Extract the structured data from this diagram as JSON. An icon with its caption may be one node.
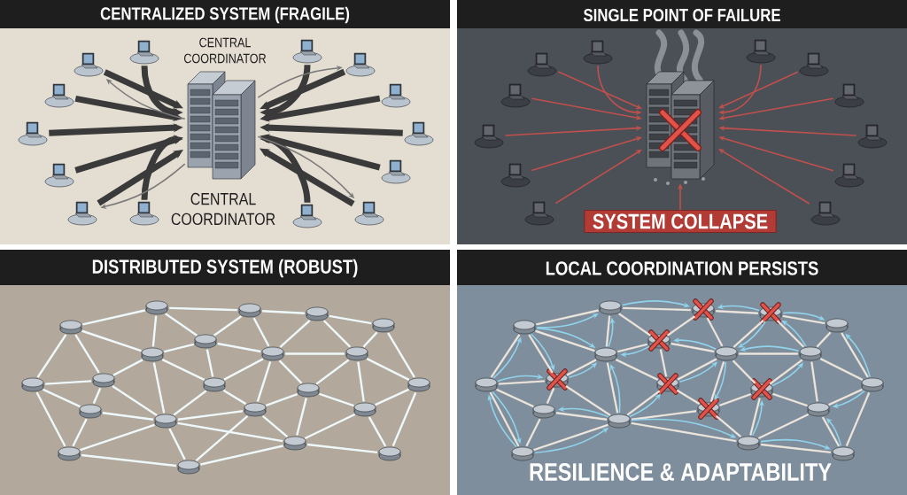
{
  "diagram": {
    "nodes": [
      {
        "text": [
          "CENTRALIZED SYSTEM (FRAGILE)"
        ]
      },
      {
        "text": [],
        "shape": "picture",
        "in": 0,
        "beside": [
          "CENTRAL COORDINATOR",
          "CENTRAL COORDINATOR"
        ]
      },
      {
        "text": [],
        "shape": "picture",
        "in": 0
      },
      {
        "text": [],
        "shape": "picture",
        "in": 0
      },
      {
        "text": [],
        "shape": "picture",
        "in": 0
      },
      {
        "text": [],
        "shape": "picture",
        "in": 0
      },
      {
        "text": [],
        "shape": "picture",
        "in": 0
      },
      {
        "text": [],
        "shape": "picture",
        "in": 0
      },
      {
        "text": [],
        "shape": "picture",
        "in": 0
      },
      {
        "text": [],
        "shape": "picture",
        "in": 0
      },
      {
        "text": [],
        "shape": "picture",
        "in": 0
      },
      {
        "text": [],
        "shape": "picture",
        "in": 0
      },
      {
        "text": [],
        "shape": "picture",
        "in": 0
      },
      {
        "text": [],
        "shape": "picture",
        "in": 0
      },
      {
        "text": [],
        "shape": "picture",
        "in": 0
      },
      {
        "text": [],
        "shape": "picture",
        "in": 0
      },
      {
        "text": [
          "SINGLE POINT OF FAILURE"
        ]
      },
      {
        "text": [],
        "shape": "picture",
        "in": 16
      },
      {
        "text": [],
        "shape": "picture",
        "in": 16
      },
      {
        "text": [],
        "shape": "picture",
        "in": 16
      },
      {
        "text": [],
        "shape": "picture",
        "in": 16
      },
      {
        "text": [],
        "shape": "picture",
        "in": 16
      },
      {
        "text": [],
        "shape": "picture",
        "in": 16
      },
      {
        "text": [],
        "shape": "picture",
        "in": 16
      },
      {
        "text": [],
        "shape": "picture",
        "in": 16
      },
      {
        "text": [],
        "shape": "picture",
        "in": 16
      },
      {
        "text": [],
        "shape": "picture",
        "in": 16
      },
      {
        "text": [],
        "shape": "picture",
        "in": 16
      },
      {
        "text": [],
        "shape": "picture",
        "in": 16
      },
      {
        "text": [],
        "shape": "picture",
        "in": 16
      },
      {
        "text": [
          "SYSTEM COLLAPSE"
        ],
        "in": 16
      },
      {
        "text": [
          "DISTRIBUTED SYSTEM (ROBUST)"
        ]
      },
      {
        "text": [],
        "shape": "cylinder",
        "in": 31
      },
      {
        "text": [],
        "shape": "cylinder",
        "in": 31
      },
      {
        "text": [],
        "shape": "cylinder",
        "in": 31
      },
      {
        "text": [],
        "shape": "cylinder",
        "in": 31
      },
      {
        "text": [],
        "shape": "cylinder",
        "in": 31
      },
      {
        "text": [],
        "shape": "cylinder",
        "in": 31
      },
      {
        "text": [],
        "shape": "cylinder",
        "in": 31
      },
      {
        "text": [],
        "shape": "cylinder",
        "in": 31
      },
      {
        "text": [],
        "shape": "cylinder",
        "in": 31
      },
      {
        "text": [],
        "shape": "cylinder",
        "in": 31
      },
      {
        "text": [],
        "shape": "cylinder",
        "in": 31
      },
      {
        "text": [],
        "shape": "cylinder",
        "in": 31
      },
      {
        "text": [],
        "shape": "cylinder",
        "in": 31
      },
      {
        "text": [],
        "shape": "cylinder",
        "in": 31
      },
      {
        "text": [],
        "shape": "cylinder",
        "in": 31
      },
      {
        "text": [],
        "shape": "cylinder",
        "in": 31
      },
      {
        "text": [],
        "shape": "cylinder",
        "in": 31
      },
      {
        "text": [],
        "shape": "cylinder",
        "in": 31
      },
      {
        "text": [],
        "shape": "cylinder",
        "in": 31
      },
      {
        "text": [],
        "shape": "cylinder",
        "in": 31
      },
      {
        "text": [],
        "shape": "cylinder",
        "in": 31
      },
      {
        "text": [],
        "shape": "cylinder",
        "in": 31
      },
      {
        "text": [
          "LOCAL COORDINATION PERSISTS"
        ]
      },
      {
        "text": [],
        "shape": "cylinder",
        "in": 54
      },
      {
        "text": [],
        "shape": "cross",
        "in": 54
      },
      {
        "text": [],
        "shape": "cross",
        "in": 54
      },
      {
        "text": [],
        "shape": "cylinder",
        "in": 54
      },
      {
        "text": [],
        "shape": "cylinder",
        "in": 54
      },
      {
        "text": [],
        "shape": "cross",
        "in": 54
      },
      {
        "text": [],
        "shape": "cylinder",
        "in": 54
      },
      {
        "text": [],
        "shape": "cylinder",
        "in": 54
      },
      {
        "text": [],
        "shape": "cylinder",
        "in": 54
      },
      {
        "text": [],
        "shape": "cylinder",
        "in": 54
      },
      {
        "text": [],
        "shape": "cross",
        "in": 54
      },
      {
        "text": [],
        "shape": "cross",
        "in": 54
      },
      {
        "text": [],
        "shape": "cross",
        "in": 54
      },
      {
        "text": [],
        "shape": "cylinder",
        "in": 54
      },
      {
        "text": [],
        "shape": "cylinder",
        "in": 54
      },
      {
        "text": [],
        "shape": "cross",
        "in": 54
      },
      {
        "text": [],
        "shape": "cylinder",
        "in": 54
      },
      {
        "text": [],
        "shape": "cylinder",
        "in": 54
      },
      {
        "text": [],
        "shape": "cylinder",
        "in": 54
      },
      {
        "text": [],
        "shape": "cylinder",
        "in": 54
      },
      {
        "text": [],
        "shape": "cylinder",
        "in": 54
      }
    ],
    "edges": [
      {
        "from": 2,
        "to": 1,
        "arrow": "to",
        "style": "thick",
        "color": "#3a3a3a"
      },
      {
        "from": 3,
        "to": 1,
        "arrow": "to",
        "style": "thick",
        "color": "#3a3a3a"
      },
      {
        "from": 4,
        "to": 1,
        "arrow": "to",
        "style": "thick",
        "color": "#3a3a3a"
      },
      {
        "from": 5,
        "to": 1,
        "arrow": "to",
        "style": "thick",
        "color": "#3a3a3a"
      },
      {
        "from": 6,
        "to": 1,
        "arrow": "to",
        "style": "thick",
        "color": "#3a3a3a"
      },
      {
        "from": 7,
        "to": 1,
        "arrow": "to",
        "style": "thick",
        "color": "#3a3a3a"
      },
      {
        "from": 8,
        "to": 1,
        "arrow": "to",
        "style": "thick",
        "color": "#3a3a3a"
      },
      {
        "from": 9,
        "to": 1,
        "arrow": "to",
        "style": "thick",
        "color": "#3a3a3a"
      },
      {
        "from": 10,
        "to": 1,
        "arrow": "to",
        "style": "thick",
        "color": "#3a3a3a"
      },
      {
        "from": 11,
        "to": 1,
        "arrow": "to",
        "style": "thick",
        "color": "#3a3a3a"
      },
      {
        "from": 12,
        "to": 1,
        "arrow": "to",
        "style": "thick",
        "color": "#3a3a3a"
      },
      {
        "from": 13,
        "to": 1,
        "arrow": "to",
        "style": "thick",
        "color": "#3a3a3a"
      },
      {
        "from": 14,
        "to": 1,
        "arrow": "to",
        "style": "thick",
        "color": "#3a3a3a"
      },
      {
        "from": 15,
        "to": 1,
        "arrow": "to",
        "style": "thick",
        "color": "#3a3a3a"
      },
      {
        "from": 1,
        "to": 4,
        "arrow": "to",
        "color": "#7a7a7a"
      },
      {
        "from": 1,
        "to": 5,
        "arrow": "to",
        "color": "#7a7a7a"
      },
      {
        "from": 1,
        "to": 12,
        "arrow": "to",
        "color": "#7a7a7a"
      },
      {
        "from": 1,
        "to": 15,
        "arrow": "to",
        "color": "#7a7a7a"
      },
      {
        "from": 18,
        "to": 17,
        "arrow": "to",
        "color": "#c0504d"
      },
      {
        "from": 19,
        "to": 17,
        "arrow": "to",
        "color": "#c0504d"
      },
      {
        "from": 20,
        "to": 17,
        "arrow": "to",
        "color": "#c0504d"
      },
      {
        "from": 21,
        "to": 17,
        "arrow": "to",
        "color": "#c0504d"
      },
      {
        "from": 22,
        "to": 17,
        "arrow": "to",
        "color": "#c0504d"
      },
      {
        "from": 23,
        "to": 17,
        "arrow": "to",
        "color": "#c0504d"
      },
      {
        "from": 24,
        "to": 17,
        "arrow": "to",
        "color": "#c0504d"
      },
      {
        "from": 25,
        "to": 17,
        "arrow": "to",
        "color": "#c0504d"
      },
      {
        "from": 26,
        "to": 17,
        "arrow": "to",
        "color": "#c0504d"
      },
      {
        "from": 27,
        "to": 17,
        "arrow": "to",
        "color": "#c0504d"
      },
      {
        "from": 28,
        "to": 17,
        "arrow": "to",
        "color": "#c0504d"
      },
      {
        "from": 29,
        "to": 17,
        "arrow": "to",
        "color": "#c0504d"
      },
      {
        "from": 30,
        "to": 17,
        "arrow": "to",
        "color": "#c0504d"
      },
      {
        "from": 32,
        "to": 35,
        "arrow": "none"
      },
      {
        "from": 32,
        "to": 33,
        "arrow": "none"
      },
      {
        "from": 32,
        "to": 38,
        "arrow": "none"
      },
      {
        "from": 32,
        "to": 37,
        "arrow": "none"
      },
      {
        "from": 33,
        "to": 37,
        "arrow": "none"
      },
      {
        "from": 33,
        "to": 34,
        "arrow": "none"
      },
      {
        "from": 33,
        "to": 39,
        "arrow": "none"
      },
      {
        "from": 34,
        "to": 39,
        "arrow": "none"
      },
      {
        "from": 34,
        "to": 36,
        "arrow": "none"
      },
      {
        "from": 34,
        "to": 40,
        "arrow": "none"
      },
      {
        "from": 35,
        "to": 38,
        "arrow": "none"
      },
      {
        "from": 35,
        "to": 41,
        "arrow": "none"
      },
      {
        "from": 35,
        "to": 42,
        "arrow": "none"
      },
      {
        "from": 36,
        "to": 40,
        "arrow": "none"
      },
      {
        "from": 36,
        "to": 45,
        "arrow": "none"
      },
      {
        "from": 37,
        "to": 38,
        "arrow": "none"
      },
      {
        "from": 37,
        "to": 43,
        "arrow": "none"
      },
      {
        "from": 37,
        "to": 39,
        "arrow": "none"
      },
      {
        "from": 38,
        "to": 42,
        "arrow": "none"
      },
      {
        "from": 38,
        "to": 43,
        "arrow": "none"
      },
      {
        "from": 38,
        "to": 49,
        "arrow": "none"
      },
      {
        "from": 39,
        "to": 40,
        "arrow": "none"
      },
      {
        "from": 39,
        "to": 44,
        "arrow": "none"
      },
      {
        "from": 39,
        "to": 43,
        "arrow": "none"
      },
      {
        "from": 39,
        "to": 47,
        "arrow": "none"
      },
      {
        "from": 40,
        "to": 44,
        "arrow": "none"
      },
      {
        "from": 40,
        "to": 48,
        "arrow": "none"
      },
      {
        "from": 40,
        "to": 45,
        "arrow": "none"
      },
      {
        "from": 41,
        "to": 42,
        "arrow": "none"
      },
      {
        "from": 41,
        "to": 46,
        "arrow": "none"
      },
      {
        "from": 41,
        "to": 51,
        "arrow": "none"
      },
      {
        "from": 42,
        "to": 46,
        "arrow": "none"
      },
      {
        "from": 42,
        "to": 49,
        "arrow": "none"
      },
      {
        "from": 43,
        "to": 49,
        "arrow": "none"
      },
      {
        "from": 43,
        "to": 47,
        "arrow": "none"
      },
      {
        "from": 44,
        "to": 47,
        "arrow": "none"
      },
      {
        "from": 44,
        "to": 48,
        "arrow": "none"
      },
      {
        "from": 44,
        "to": 50,
        "arrow": "none"
      },
      {
        "from": 45,
        "to": 48,
        "arrow": "none"
      },
      {
        "from": 45,
        "to": 52,
        "arrow": "none"
      },
      {
        "from": 46,
        "to": 49,
        "arrow": "none"
      },
      {
        "from": 46,
        "to": 51,
        "arrow": "none"
      },
      {
        "from": 47,
        "to": 49,
        "arrow": "none"
      },
      {
        "from": 47,
        "to": 50,
        "arrow": "none"
      },
      {
        "from": 47,
        "to": 53,
        "arrow": "none"
      },
      {
        "from": 48,
        "to": 50,
        "arrow": "none"
      },
      {
        "from": 48,
        "to": 52,
        "arrow": "none"
      },
      {
        "from": 49,
        "to": 51,
        "arrow": "none"
      },
      {
        "from": 49,
        "to": 53,
        "arrow": "none"
      },
      {
        "from": 49,
        "to": 50,
        "arrow": "none"
      },
      {
        "from": 50,
        "to": 53,
        "arrow": "none"
      },
      {
        "from": 50,
        "to": 52,
        "arrow": "none"
      },
      {
        "from": 51,
        "to": 53,
        "arrow": "none"
      },
      {
        "from": 55,
        "to": 58,
        "arrow": "none",
        "color": "#d9d1c6"
      },
      {
        "from": 55,
        "to": 56,
        "arrow": "none",
        "color": "#d9d1c6"
      },
      {
        "from": 55,
        "to": 61,
        "arrow": "none",
        "color": "#d9d1c6"
      },
      {
        "from": 55,
        "to": 60,
        "arrow": "none",
        "color": "#d9d1c6"
      },
      {
        "from": 56,
        "to": 60,
        "arrow": "none",
        "color": "#d9d1c6"
      },
      {
        "from": 56,
        "to": 57,
        "arrow": "none",
        "color": "#d9d1c6"
      },
      {
        "from": 56,
        "to": 62,
        "arrow": "none",
        "color": "#d9d1c6"
      },
      {
        "from": 57,
        "to": 62,
        "arrow": "none",
        "color": "#d9d1c6"
      },
      {
        "from": 57,
        "to": 59,
        "arrow": "none",
        "color": "#d9d1c6"
      },
      {
        "from": 57,
        "to": 63,
        "arrow": "none",
        "color": "#d9d1c6"
      },
      {
        "from": 58,
        "to": 61,
        "arrow": "none",
        "color": "#d9d1c6"
      },
      {
        "from": 58,
        "to": 64,
        "arrow": "none",
        "color": "#d9d1c6"
      },
      {
        "from": 58,
        "to": 65,
        "arrow": "none",
        "color": "#d9d1c6"
      },
      {
        "from": 59,
        "to": 63,
        "arrow": "none",
        "color": "#d9d1c6"
      },
      {
        "from": 59,
        "to": 68,
        "arrow": "none",
        "color": "#d9d1c6"
      },
      {
        "from": 60,
        "to": 61,
        "arrow": "none",
        "color": "#d9d1c6"
      },
      {
        "from": 60,
        "to": 66,
        "arrow": "none",
        "color": "#d9d1c6"
      },
      {
        "from": 60,
        "to": 62,
        "arrow": "none",
        "color": "#d9d1c6"
      },
      {
        "from": 61,
        "to": 65,
        "arrow": "none",
        "color": "#d9d1c6"
      },
      {
        "from": 61,
        "to": 66,
        "arrow": "none",
        "color": "#d9d1c6"
      },
      {
        "from": 61,
        "to": 72,
        "arrow": "none",
        "color": "#d9d1c6"
      },
      {
        "from": 62,
        "to": 63,
        "arrow": "none",
        "color": "#d9d1c6"
      },
      {
        "from": 62,
        "to": 67,
        "arrow": "none",
        "color": "#d9d1c6"
      },
      {
        "from": 62,
        "to": 66,
        "arrow": "none",
        "color": "#d9d1c6"
      },
      {
        "from": 62,
        "to": 70,
        "arrow": "none",
        "color": "#d9d1c6"
      },
      {
        "from": 63,
        "to": 67,
        "arrow": "none",
        "color": "#d9d1c6"
      },
      {
        "from": 63,
        "to": 71,
        "arrow": "none",
        "color": "#d9d1c6"
      },
      {
        "from": 63,
        "to": 68,
        "arrow": "none",
        "color": "#d9d1c6"
      },
      {
        "from": 64,
        "to": 65,
        "arrow": "none",
        "color": "#d9d1c6"
      },
      {
        "from": 64,
        "to": 69,
        "arrow": "none",
        "color": "#d9d1c6"
      },
      {
        "from": 64,
        "to": 74,
        "arrow": "none",
        "color": "#d9d1c6"
      },
      {
        "from": 65,
        "to": 69,
        "arrow": "none",
        "color": "#d9d1c6"
      },
      {
        "from": 65,
        "to": 72,
        "arrow": "none",
        "color": "#d9d1c6"
      },
      {
        "from": 66,
        "to": 72,
        "arrow": "none",
        "color": "#d9d1c6"
      },
      {
        "from": 66,
        "to": 70,
        "arrow": "none",
        "color": "#d9d1c6"
      },
      {
        "from": 67,
        "to": 70,
        "arrow": "none",
        "color": "#d9d1c6"
      },
      {
        "from": 67,
        "to": 71,
        "arrow": "none",
        "color": "#d9d1c6"
      },
      {
        "from": 67,
        "to": 73,
        "arrow": "none",
        "color": "#d9d1c6"
      },
      {
        "from": 68,
        "to": 71,
        "arrow": "none",
        "color": "#d9d1c6"
      },
      {
        "from": 68,
        "to": 75,
        "arrow": "none",
        "color": "#d9d1c6"
      },
      {
        "from": 69,
        "to": 72,
        "arrow": "none",
        "color": "#d9d1c6"
      },
      {
        "from": 69,
        "to": 74,
        "arrow": "none",
        "color": "#d9d1c6"
      },
      {
        "from": 70,
        "to": 72,
        "arrow": "none",
        "color": "#d9d1c6"
      },
      {
        "from": 70,
        "to": 73,
        "arrow": "none",
        "color": "#d9d1c6"
      },
      {
        "from": 71,
        "to": 73,
        "arrow": "none",
        "color": "#d9d1c6"
      },
      {
        "from": 71,
        "to": 75,
        "arrow": "none",
        "color": "#d9d1c6"
      },
      {
        "from": 72,
        "to": 74,
        "arrow": "none",
        "color": "#d9d1c6"
      },
      {
        "from": 72,
        "to": 73,
        "arrow": "none",
        "color": "#d9d1c6"
      },
      {
        "from": 73,
        "to": 75,
        "arrow": "none",
        "color": "#d9d1c6"
      },
      {
        "from": 64,
        "to": 58,
        "arrow": "to",
        "color": "#8fd3ec"
      },
      {
        "from": 58,
        "to": 55,
        "arrow": "to",
        "color": "#8fd3ec"
      },
      {
        "from": 61,
        "to": 55,
        "arrow": "to",
        "color": "#8fd3ec"
      },
      {
        "from": 58,
        "to": 61,
        "arrow": "to",
        "color": "#8fd3ec"
      },
      {
        "from": 58,
        "to": 65,
        "arrow": "to",
        "color": "#8fd3ec"
      },
      {
        "from": 64,
        "to": 65,
        "arrow": "to",
        "color": "#8fd3ec"
      },
      {
        "from": 65,
        "to": 61,
        "arrow": "to",
        "color": "#8fd3ec"
      },
      {
        "from": 72,
        "to": 61,
        "arrow": "to",
        "color": "#8fd3ec"
      },
      {
        "from": 55,
        "to": 56,
        "arrow": "to",
        "color": "#8fd3ec"
      },
      {
        "from": 57,
        "to": 56,
        "arrow": "to",
        "color": "#8fd3ec"
      },
      {
        "from": 62,
        "to": 60,
        "arrow": "to",
        "color": "#8fd3ec"
      },
      {
        "from": 60,
        "to": 61,
        "arrow": "to",
        "color": "#8fd3ec"
      },
      {
        "from": 66,
        "to": 62,
        "arrow": "to",
        "color": "#8fd3ec"
      },
      {
        "from": 72,
        "to": 66,
        "arrow": "to",
        "color": "#8fd3ec"
      },
      {
        "from": 62,
        "to": 70,
        "arrow": "to",
        "color": "#8fd3ec"
      },
      {
        "from": 63,
        "to": 62,
        "arrow": "to",
        "color": "#8fd3ec"
      },
      {
        "from": 57,
        "to": 62,
        "arrow": "to",
        "color": "#8fd3ec"
      },
      {
        "from": 63,
        "to": 57,
        "arrow": "to",
        "color": "#8fd3ec"
      },
      {
        "from": 57,
        "to": 59,
        "arrow": "to",
        "color": "#8fd3ec"
      },
      {
        "from": 68,
        "to": 59,
        "arrow": "to",
        "color": "#8fd3ec"
      },
      {
        "from": 67,
        "to": 63,
        "arrow": "to",
        "color": "#8fd3ec"
      },
      {
        "from": 68,
        "to": 71,
        "arrow": "to",
        "color": "#8fd3ec"
      },
      {
        "from": 73,
        "to": 67,
        "arrow": "to",
        "color": "#8fd3ec"
      },
      {
        "from": 75,
        "to": 71,
        "arrow": "to",
        "color": "#8fd3ec"
      },
      {
        "from": 73,
        "to": 75,
        "arrow": "to",
        "color": "#8fd3ec"
      },
      {
        "from": 72,
        "to": 73,
        "arrow": "to",
        "color": "#8fd3ec"
      },
      {
        "from": 74,
        "to": 72,
        "arrow": "to",
        "color": "#8fd3ec"
      },
      {
        "from": 72,
        "to": 69,
        "arrow": "to",
        "color": "#8fd3ec"
      },
      {
        "from": 64,
        "to": 74,
        "arrow": "to",
        "color": "#8fd3ec"
      },
      {
        "from": 74,
        "to": 64,
        "arrow": "to",
        "color": "#8fd3ec"
      }
    ],
    "labels": [
      "RESILIENCE & ADAPTABILITY"
    ]
  }
}
